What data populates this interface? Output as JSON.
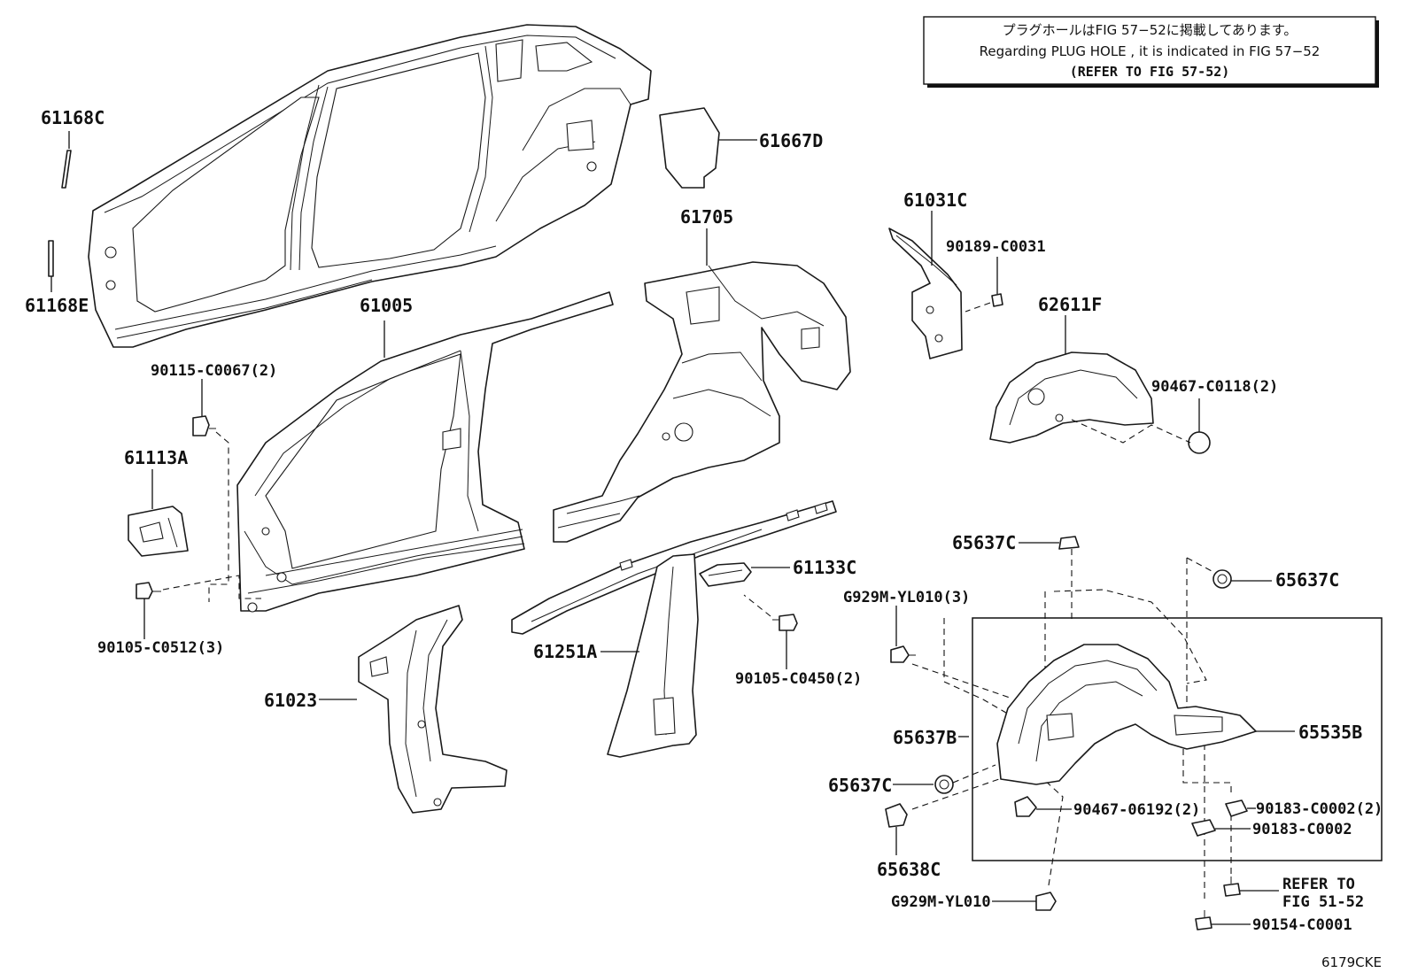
{
  "note": {
    "line1": "プラグホールはFIG 57−52に掲載してあります。",
    "line2": "Regarding  PLUG  HOLE , it is indicated in  FIG  57−52",
    "line3": "(REFER TO FIG 57-52)"
  },
  "labels": {
    "p61168C": "61168C",
    "p61168E": "61168E",
    "p61667D": "61667D",
    "p61705": "61705",
    "p61031C": "61031C",
    "p90189_C0031": "90189-C0031",
    "p62611F": "62611F",
    "p61005": "61005",
    "p90115_C0067": "90115-C0067(2)",
    "p61113A": "61113A",
    "p90467_C0118": "90467-C0118(2)",
    "p90105_C0512": "90105-C0512(3)",
    "p61133C": "61133C",
    "p65637C_top": "65637C",
    "p65637C_right": "65637C",
    "pG929M_YL010_3": "G929M-YL010(3)",
    "p61251A": "61251A",
    "p90105_C0450": "90105-C0450(2)",
    "p61023": "61023",
    "p65637B": "65637B",
    "p65535B": "65535B",
    "p65637C_low": "65637C",
    "p90467_06192": "90467-06192(2)",
    "p90183_C0002_2": "90183-C0002(2)",
    "p90183_C0002": "90183-C0002",
    "p65638C": "65638C",
    "refer1": "REFER TO",
    "refer2": "FIG 51-52",
    "pG929M_YL010": "G929M-YL010",
    "p90154_C0001": "90154-C0001"
  },
  "figure_code": "6179CKE"
}
